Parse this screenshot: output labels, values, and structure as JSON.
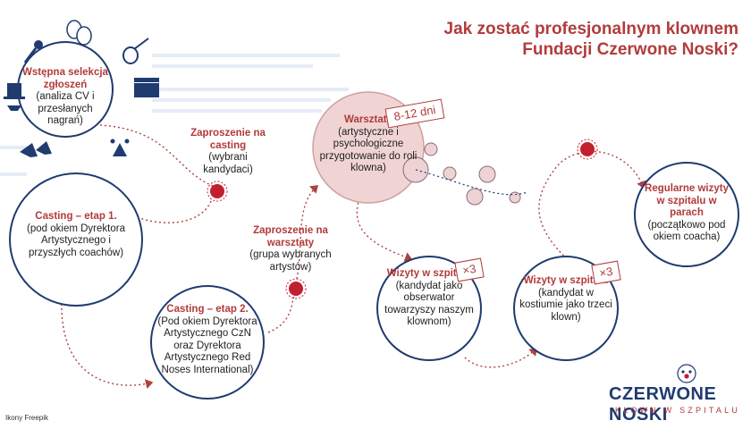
{
  "title": {
    "line1": "Jak zostać profesjonalnym klownem",
    "line2": "Fundacji Czerwone Noski?"
  },
  "steps": {
    "selection": {
      "title": "Wstępna selekcja zgłoszeń",
      "desc": "(analiza CV i przesłanych nagrań)"
    },
    "casting_invite": {
      "title": "Zaproszenie na casting",
      "desc": "(wybrani kandydaci)"
    },
    "casting1": {
      "title": "Casting – etap 1.",
      "desc": "(pod okiem Dyrektora Artystycznego i przyszłych coachów)"
    },
    "casting2": {
      "title": "Casting – etap 2.",
      "desc": "(Pod okiem Dyrektora Artystycznego CzN oraz Dyrektora Artystycznego Red Noses International)"
    },
    "workshop_invite": {
      "title": "Zaproszenie na warsztaty",
      "desc": "(grupa wybranych artystów)"
    },
    "workshops": {
      "title": "Warsztaty",
      "desc": "(artystyczne i psychologiczne przygotowanie do roli klowna)",
      "badge": "8-12 dni"
    },
    "visits1": {
      "title": "Wizyty w szpitalu",
      "desc": "(kandydat jako obserwator towarzyszy naszym klownom)",
      "badge": "×3"
    },
    "visits2": {
      "title": "Wizyty w szpitalu",
      "desc": "(kandydat w kostiumie jako trzeci klown)",
      "badge": "×3"
    },
    "regular": {
      "title": "Regularne wizyty w szpitalu w parach",
      "desc": "(początkowo pod okiem coacha)"
    }
  },
  "logo": {
    "main": "CZERWONE NOSKI",
    "sub": "KLOWN W SZPITALU"
  },
  "credit": "Ikony Freepik",
  "icons": [
    "microphone-icon",
    "theater-masks-icon",
    "guitar-icon",
    "top-hat-icon",
    "clapperboard-icon",
    "high-heels-icon",
    "jester-hat-icon",
    "clown-face-icon"
  ],
  "colors": {
    "navy": "#1f3b70",
    "red": "#b23a3a",
    "nose_red": "#c2202e",
    "bubble_pink": "#f0d4d4",
    "dotted_path": "#b0413e"
  }
}
